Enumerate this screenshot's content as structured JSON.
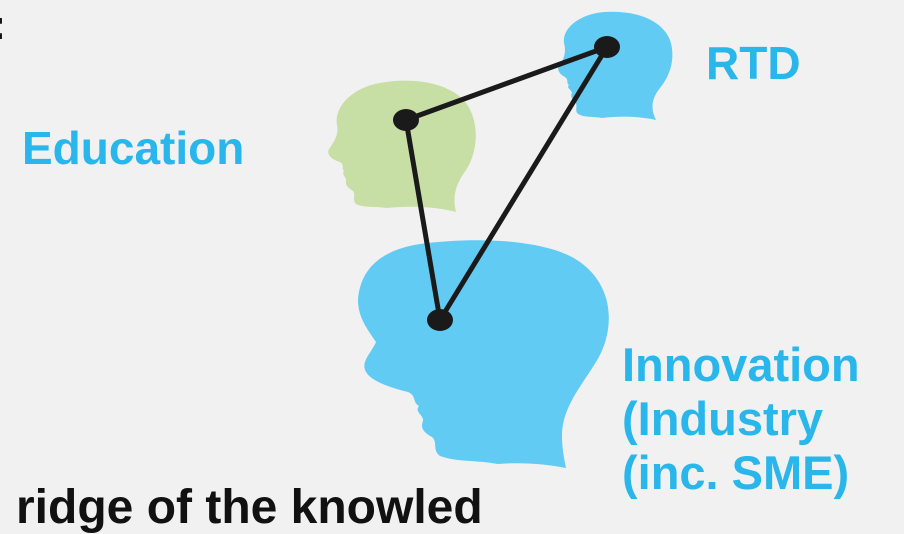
{
  "labels": {
    "education": "Education",
    "rtd": "RTD",
    "innovation": [
      "Innovation",
      "(Industry",
      "(inc.  SME)"
    ]
  },
  "fragments": {
    "top_left": ":",
    "bottom": "ridge of the knowled"
  },
  "nodes": [
    "education",
    "rtd",
    "innovation"
  ],
  "edges": [
    [
      "education",
      "rtd"
    ],
    [
      "education",
      "innovation"
    ],
    [
      "rtd",
      "innovation"
    ]
  ],
  "colors": {
    "background": "#f1f1f1",
    "label": "#29b6ea",
    "head_blue": "#62cbf3",
    "head_green": "#c7dea5",
    "line": "#1a1a1a",
    "fragment_text": "#111111"
  },
  "icons": [
    "green-head-icon",
    "blue-head-icon",
    "large-blue-head-icon"
  ]
}
